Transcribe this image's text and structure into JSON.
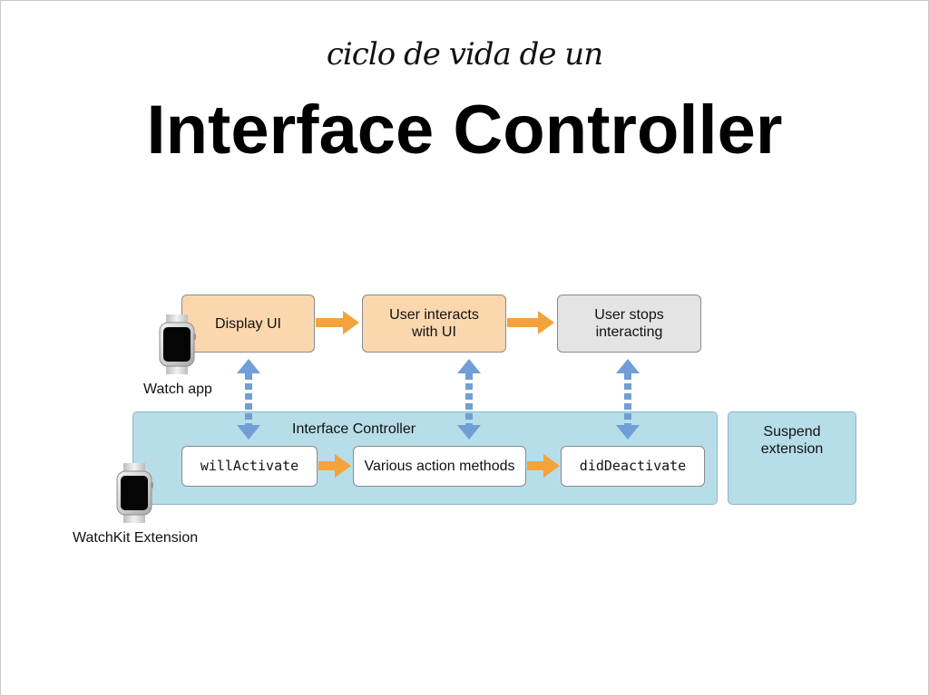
{
  "slide": {
    "subtitle": "ciclo de vida de un",
    "title": "Interface Controller"
  },
  "diagram": {
    "watch_app": {
      "caption": "Watch app",
      "steps": [
        "Display UI",
        "User interacts\nwith UI",
        "User stops\ninteracting"
      ]
    },
    "extension": {
      "caption": "WatchKit Extension",
      "panel_label": "Interface Controller",
      "methods": [
        "willActivate",
        "Various action methods",
        "didDeactivate"
      ],
      "suspend_label": "Suspend\nextension"
    },
    "colors": {
      "orange_box": "#fbd7ae",
      "gray_box": "#e4e4e4",
      "panel_blue": "#b7dde9",
      "flow_arrow": "#f2a33a",
      "link_arrow": "#6f9fd6"
    }
  }
}
